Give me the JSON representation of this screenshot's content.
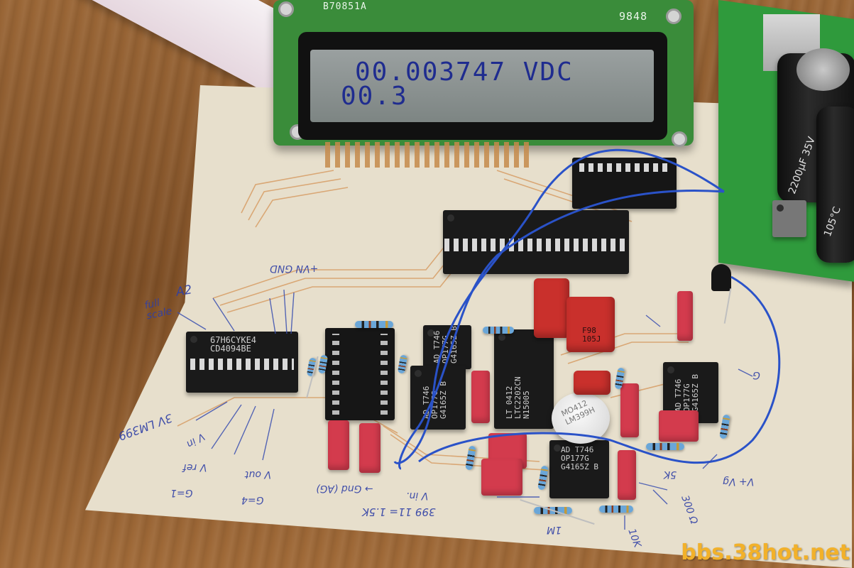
{
  "lcd": {
    "line1": "00.003747 VDC",
    "line2": "00.3",
    "pcb_label_left": "B70851A",
    "pcb_label_right": "9848"
  },
  "chips": {
    "cd4094": "67H6CYKE4\nCD4094BE",
    "op1": "AD T746\nOP177G\nG4165Z B",
    "op2": "AD T746\nOP177G\nG4165Z B",
    "ltc": "LT 0412\nLTC2202CN\nN15005",
    "op3": "AD T746\nOP177G\nG4165Z B",
    "op4": "AD T746\nOP177G\nG4165Z B"
  },
  "capacitors": {
    "electrolytic": "2200µF 35V",
    "rating": "105°C",
    "film_label": "F98\n105J",
    "trimpot_label": "MO412\nLM399H"
  },
  "handwritten_notes": {
    "a2": "A2",
    "scale": "full\nscale",
    "gnd": "+VN GND",
    "lm399": "3V LM399",
    "vin": "V in",
    "vref": "V ref",
    "vout": "V out",
    "gnd_ag": "→ Gnd (AG)",
    "g1": "G=1",
    "g4": "G=4",
    "vin2": "V in.",
    "r399": "399 11= 1.5K",
    "r5k": "5K",
    "r10k": "10K",
    "r300": "300 Ω",
    "g": "G",
    "vx": "V+ Vg",
    "k1m": "1M"
  },
  "watermark": "bbs.38hot.net"
}
